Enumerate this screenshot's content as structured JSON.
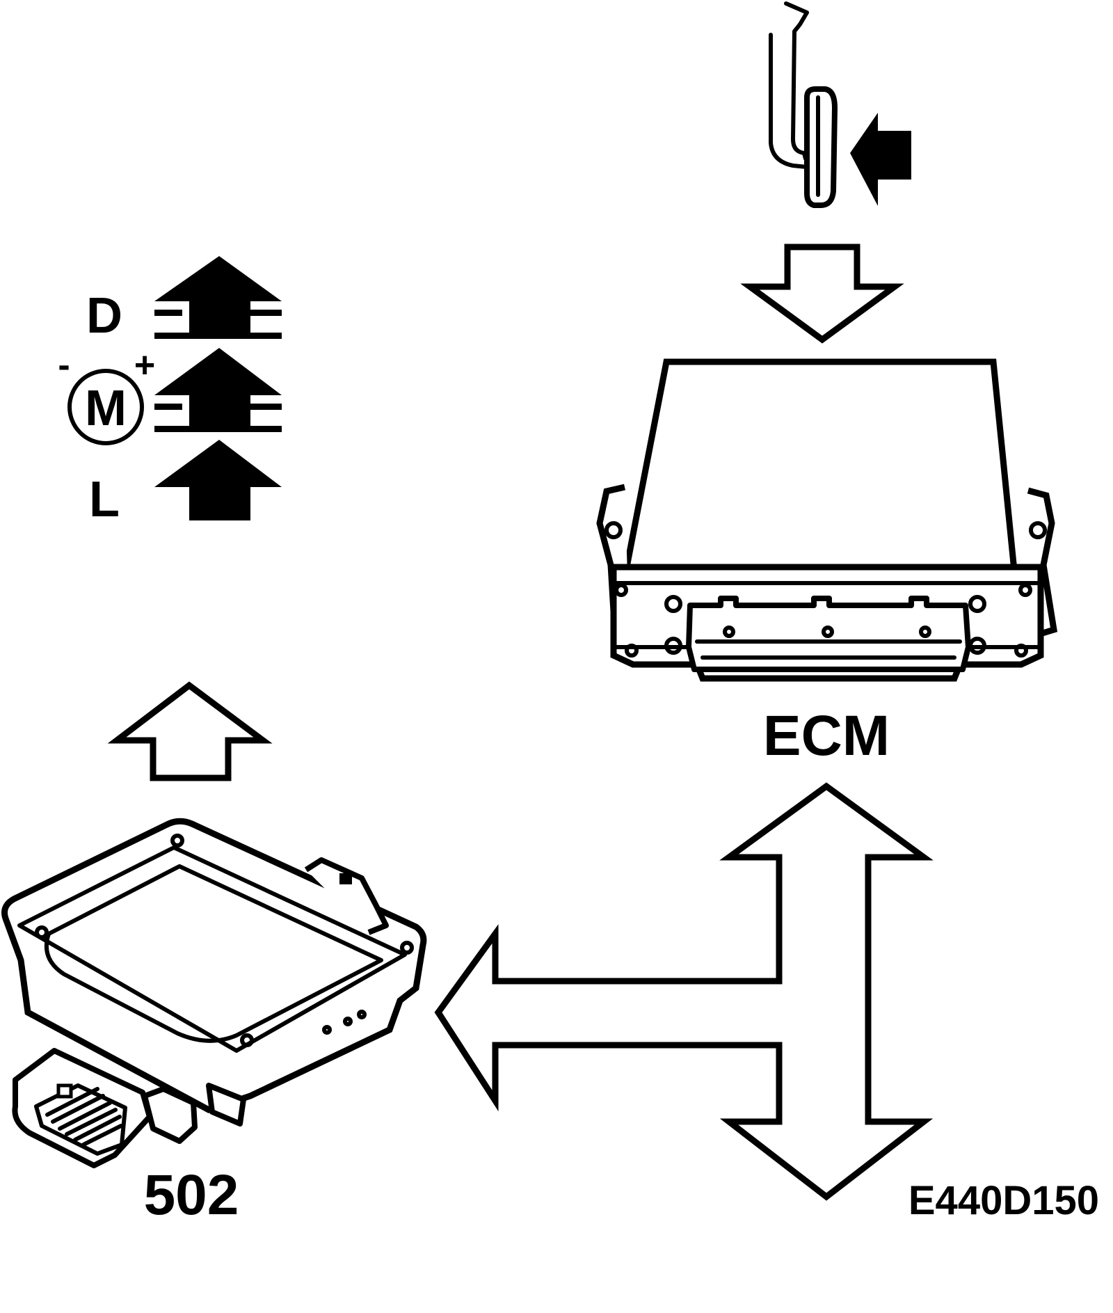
{
  "labels": {
    "ecm": "ECM",
    "module": "502",
    "figure_code": "E440D150",
    "gear_d": "D",
    "gear_l": "L",
    "motor": "M",
    "motor_minus": "-",
    "motor_plus": "+"
  },
  "colors": {
    "ink": "#000000",
    "paper": "#ffffff"
  },
  "icons": {
    "pedal": "accelerator-pedal-icon",
    "push": "push-arrow-icon",
    "shift_up": "shift-up-arrow-icon",
    "motor": "motor-icon"
  }
}
